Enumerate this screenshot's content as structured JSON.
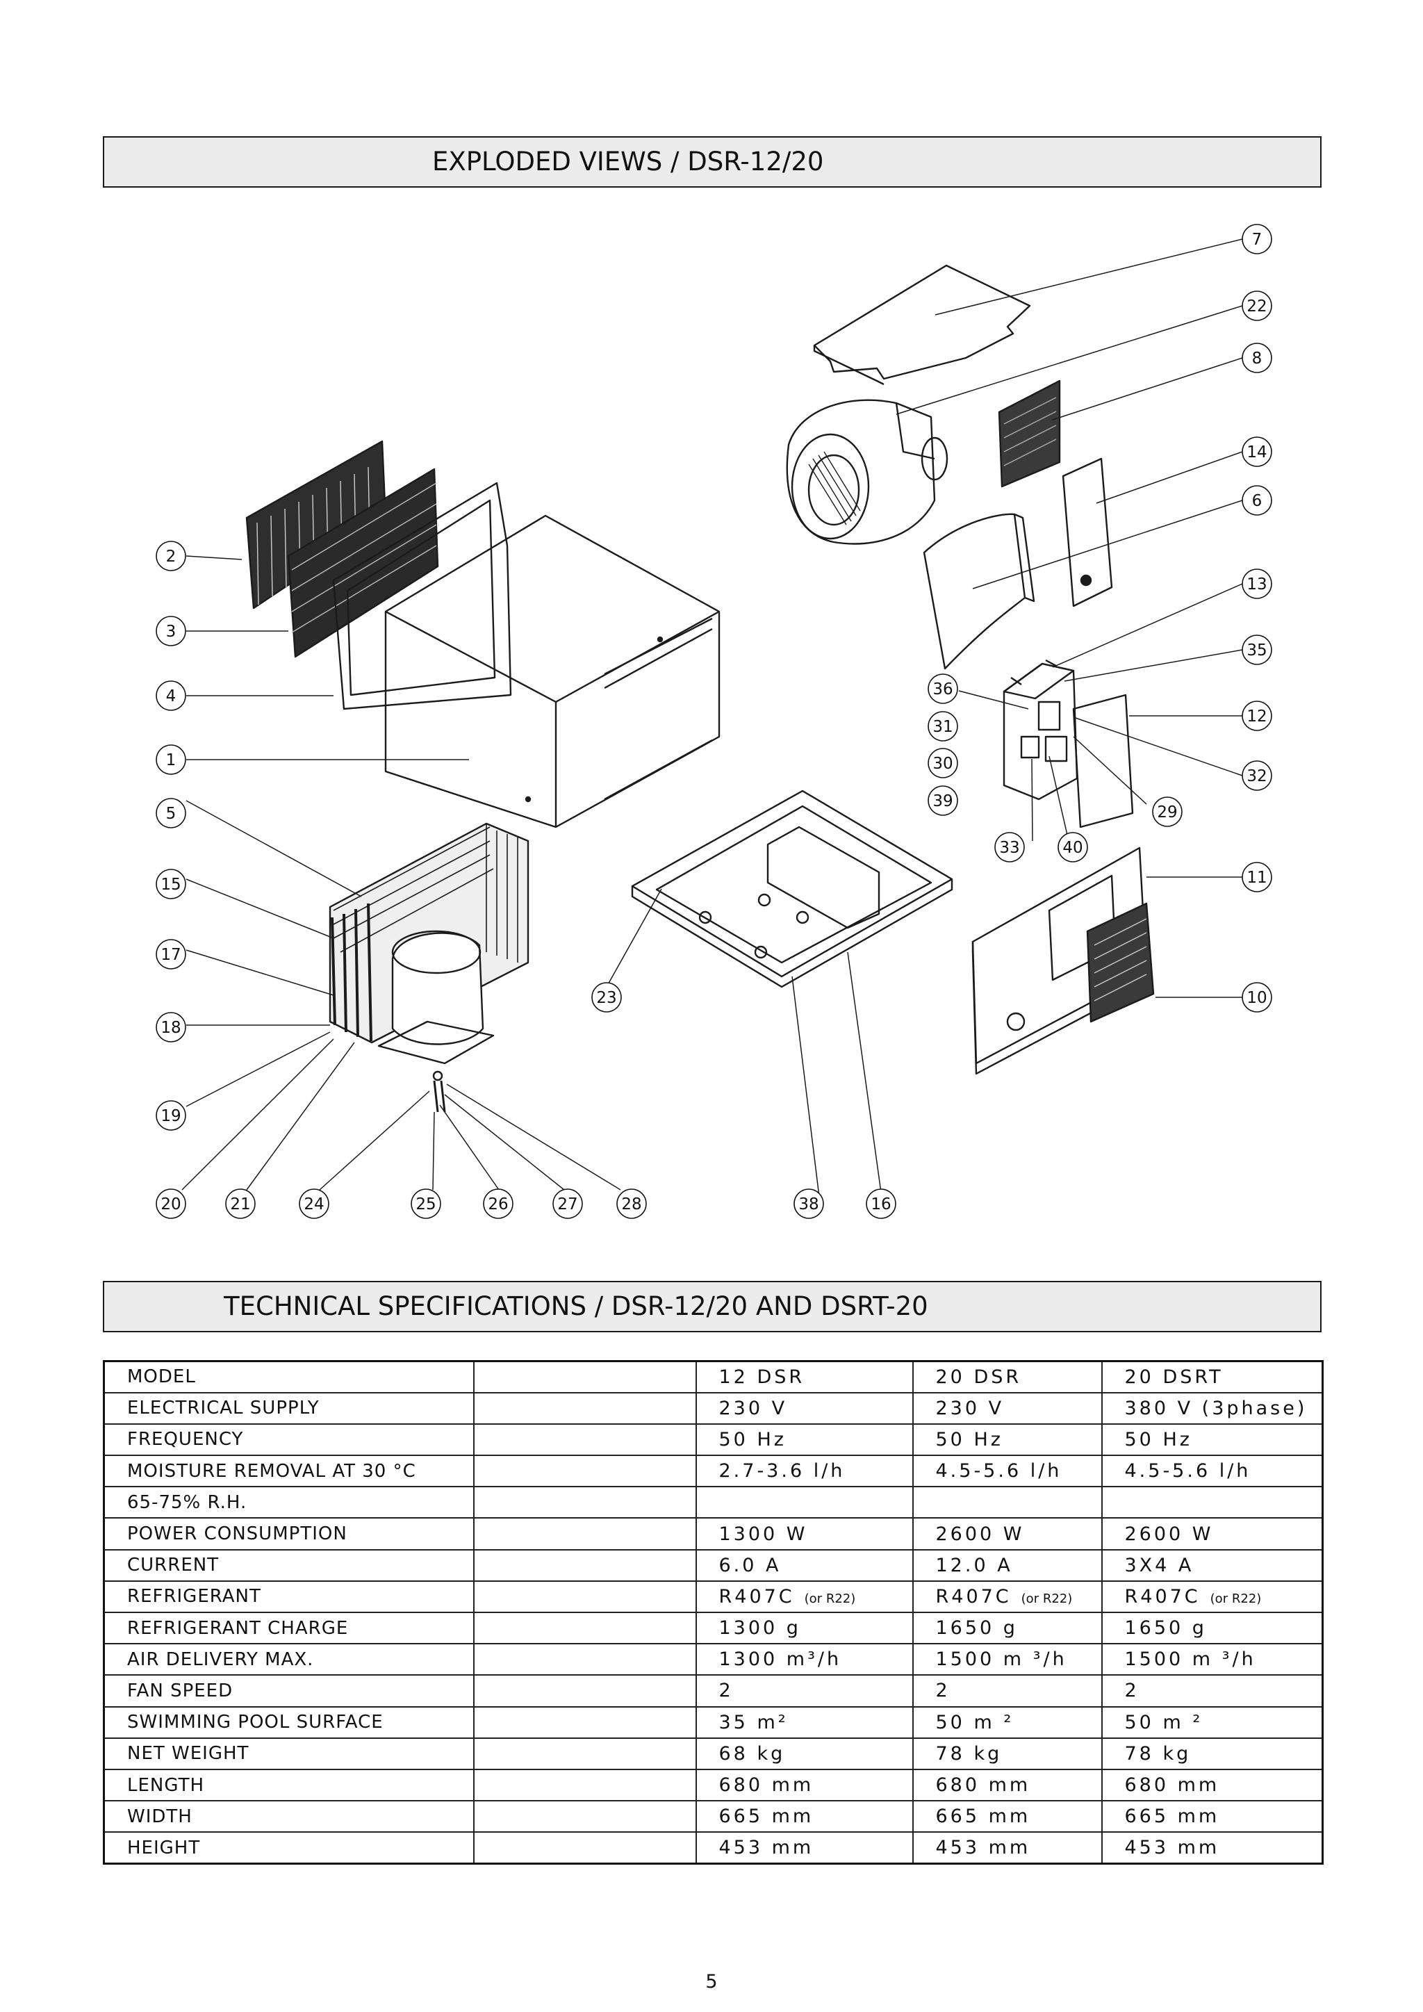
{
  "header_exploded": "EXPLODED VIEWS / DSR-12/20",
  "header_specs": "TECHNICAL  SPECIFICATIONS / DSR-12/20 AND DSRT-20",
  "parts": [
    "1",
    "2",
    "3",
    "4",
    "5",
    "6",
    "7",
    "8",
    "10",
    "11",
    "12",
    "13",
    "14",
    "15",
    "16",
    "17",
    "18",
    "19",
    "20",
    "21",
    "22",
    "23",
    "24",
    "25",
    "26",
    "27",
    "28",
    "29",
    "30",
    "31",
    "32",
    "33",
    "35",
    "36",
    "38",
    "39",
    "40"
  ],
  "specs": {
    "rows": [
      {
        "label": "MODEL",
        "v1": "12 DSR",
        "v2": "20 DSR",
        "v3": "20 DSRT"
      },
      {
        "label": "ELECTRICAL SUPPLY",
        "v1": "230 V",
        "v2": "230 V",
        "v3": "380 V (3phase)"
      },
      {
        "label": "FREQUENCY",
        "v1": "50 Hz",
        "v2": "50 Hz",
        "v3": "50 Hz"
      },
      {
        "label": "MOISTURE REMOVAL AT 30   °C",
        "v1": "2.7-3.6 l/h",
        "v2": "4.5-5.6 l/h",
        "v3": "4.5-5.6 l/h"
      },
      {
        "label": "65-75% R.H.",
        "v1": "",
        "v2": "",
        "v3": ""
      },
      {
        "label": "POWER CONSUMPTION",
        "v1": "1300 W",
        "v2": "2600 W",
        "v3": "2600 W"
      },
      {
        "label": "CURRENT",
        "v1": "6.0 A",
        "v2": "12.0 A",
        "v3": "3X4 A"
      },
      {
        "label": "REFRIGERANT",
        "v1": "R407C",
        "v1_note": "(or R22)",
        "v2": "R407C",
        "v2_note": "(or R22)",
        "v3": "R407C",
        "v3_note": "(or R22)"
      },
      {
        "label": "REFRIGERANT CHARGE",
        "v1": "1300 g",
        "v2": "1650 g",
        "v3": "1650 g"
      },
      {
        "label": "AIR DELIVERY MAX.",
        "v1": "1300 m³/h",
        "v2": "1500 m ³/h",
        "v3": "1500 m ³/h"
      },
      {
        "label": "FAN SPEED",
        "v1": "2",
        "v2": "2",
        "v3": "2"
      },
      {
        "label": "SWIMMING POOL SURFACE",
        "v1": "35 m²",
        "v2": "50 m ²",
        "v3": "50 m ²"
      },
      {
        "label": "NET WEIGHT",
        "v1": "68 kg",
        "v2": "78 kg",
        "v3": "78 kg"
      },
      {
        "label": "LENGTH",
        "v1": "680 mm",
        "v2": "680 mm",
        "v3": "680 mm"
      },
      {
        "label": "WIDTH",
        "v1": "665 mm",
        "v2": "665 mm",
        "v3": "665 mm"
      },
      {
        "label": "HEIGHT",
        "v1": "453 mm",
        "v2": "453 mm",
        "v3": "453 mm"
      }
    ]
  },
  "page_number": "5"
}
